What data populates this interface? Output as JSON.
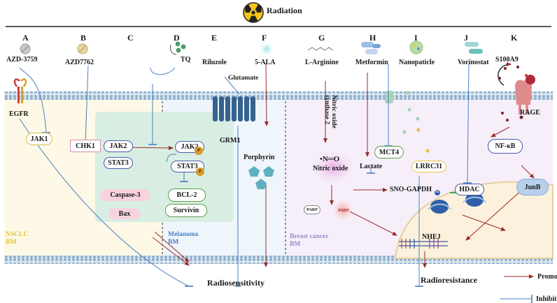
{
  "title": "Radiation",
  "columns": [
    {
      "letter": "A",
      "drug": "AZD-3759"
    },
    {
      "letter": "B",
      "drug": "AZD7762"
    },
    {
      "letter": "C",
      "drug": ""
    },
    {
      "letter": "D",
      "drug": "TQ"
    },
    {
      "letter": "E",
      "drug": "Riluzole"
    },
    {
      "letter": "F",
      "drug": "5-ALA"
    },
    {
      "letter": "G",
      "drug": "L-Arginine"
    },
    {
      "letter": "H",
      "drug": "Metformin"
    },
    {
      "letter": "I",
      "drug": "Nanopaticle"
    },
    {
      "letter": "J",
      "drug": "Vorinostat"
    },
    {
      "letter": "K",
      "drug": "S100A9"
    }
  ],
  "nsclc": {
    "egfr": "EGFR",
    "jak1": "JAK1",
    "chk1": "CHK1",
    "region_line1": "NSCLC",
    "region_line2": "BM"
  },
  "melanoma": {
    "jak2_a": "JAK2",
    "jak2_b": "JAK2",
    "stat3_a": "STAT3",
    "stat3_b": "STAT3",
    "p_mark": "P",
    "caspase": "Caspase-3",
    "bax": "Bax",
    "bcl2": "BCL-2",
    "survivin": "Survivin",
    "glutamate": "Glutamate",
    "grm1": "GRM1",
    "porphyrin": "Porphyrin",
    "region_line1": "Melanoma",
    "region_line2": "BM"
  },
  "breast": {
    "nos_line1": "Nitric oxide",
    "nos_line2": "synthase 2",
    "no_formula": "•N═O",
    "no_name": "Nitric oxide",
    "lactate": "Lactate",
    "mct4": "MCT4",
    "lrrc31": "LRRC31",
    "sno_gapdh": "SNO-GAPDH",
    "parp_a": "PARP",
    "parp_b": "PARP",
    "nhej": "NHEJ",
    "hdac": "HDAC",
    "ac_mark": "Ac",
    "rage": "RAGE",
    "nfkb": "NF-κB",
    "junb": "JunB",
    "region_line1": "Breast cancer",
    "region_line2": "BM"
  },
  "outcomes": {
    "radiosensitivity": "Radiosensitivity",
    "radioresistance": "Radioresistance"
  },
  "legend": {
    "promote": "Promote",
    "inhibit": "Inhibit"
  },
  "colors": {
    "promote": "#9c2a2a",
    "inhibit": "#4a7fc0",
    "nsclc_bg": "#fdf9e6",
    "melanoma_bg": "#eef5fb",
    "breast_bg": "#f6effa",
    "membrane": "#b9cfe0",
    "melanoma_panel": "#d8eee3"
  }
}
